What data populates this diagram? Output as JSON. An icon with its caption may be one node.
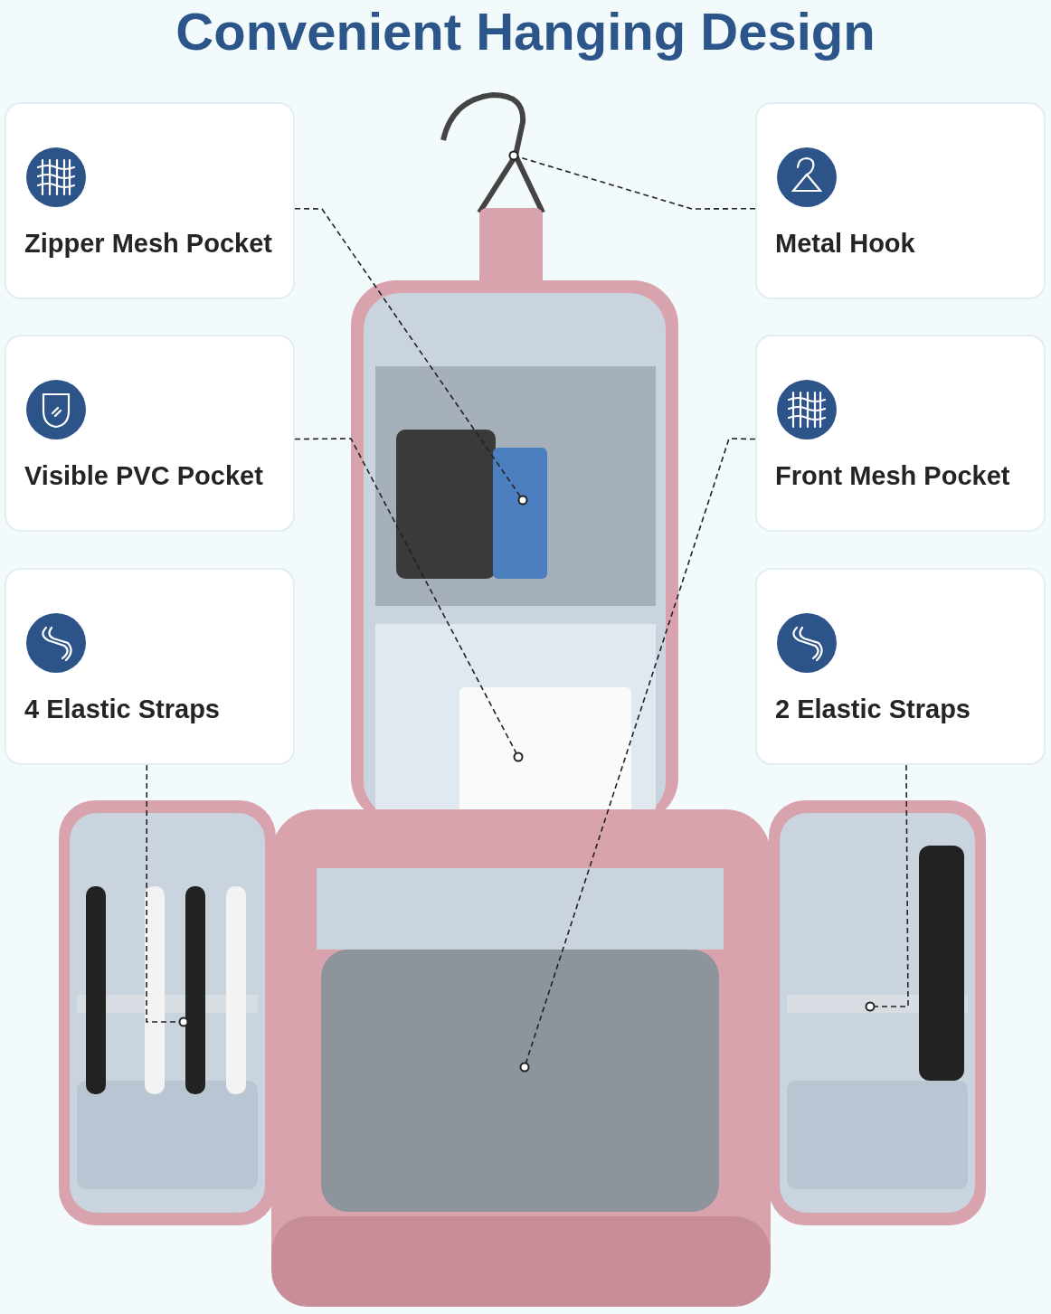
{
  "diagram": {
    "title": "Convenient Hanging Design",
    "nodes": [
      {
        "text": [
          "Zipper Mesh Pocket"
        ]
      },
      {
        "text": [
          "Metal Hook"
        ]
      },
      {
        "text": [
          "Visible PVC Pocket"
        ]
      },
      {
        "text": [
          "Front Mesh Pocket"
        ]
      },
      {
        "text": [
          "4 Elastic Straps"
        ]
      },
      {
        "text": [
          "2 Elastic Straps"
        ]
      }
    ],
    "edges": [
      {
        "from": 0,
        "to": null,
        "arrow": "other",
        "style": "dashed"
      },
      {
        "from": 1,
        "to": null,
        "arrow": "other",
        "style": "dashed"
      },
      {
        "from": 2,
        "to": null,
        "arrow": "other",
        "style": "dashed"
      },
      {
        "from": 3,
        "to": null,
        "arrow": "other",
        "style": "dashed"
      },
      {
        "from": 4,
        "to": null,
        "arrow": "other",
        "style": "dashed"
      },
      {
        "from": 5,
        "to": null,
        "arrow": "other",
        "style": "dashed"
      }
    ]
  }
}
